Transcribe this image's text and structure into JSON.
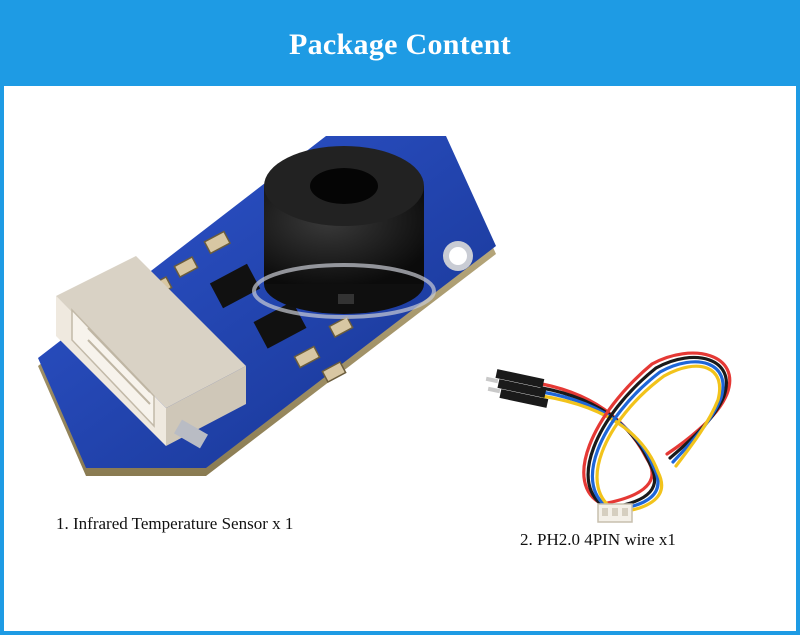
{
  "header": {
    "title": "Package Content"
  },
  "items": [
    {
      "label": "1. Infrared Temperature Sensor x 1",
      "icon": "infrared-temperature-sensor-board"
    },
    {
      "label": "2. PH2.0 4PIN wire x1",
      "icon": "ph2-4pin-wire"
    }
  ],
  "colors": {
    "accent": "#1e9be4",
    "pcb_blue": "#1f3fb0",
    "sensor_black": "#151515",
    "connector_white": "#efe9df",
    "wire_red": "#e53935",
    "wire_black": "#1a1a1a",
    "wire_blue": "#1e66d8",
    "wire_yellow": "#f2c31b"
  }
}
